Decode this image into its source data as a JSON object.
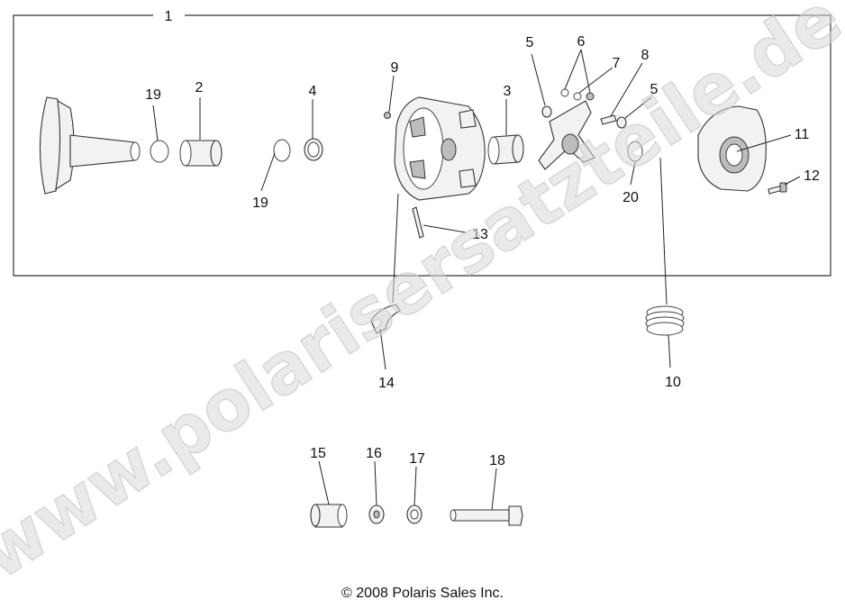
{
  "callouts": {
    "c1": "1",
    "c2": "2",
    "c3": "3",
    "c4": "4",
    "c5a": "5",
    "c5b": "5",
    "c6": "6",
    "c7": "7",
    "c8": "8",
    "c9": "9",
    "c10": "10",
    "c11": "11",
    "c12": "12",
    "c13": "13",
    "c14": "14",
    "c15": "15",
    "c16": "16",
    "c17": "17",
    "c18": "18",
    "c19a": "19",
    "c19b": "19",
    "c20": "20"
  },
  "watermark": "www.polarisersatzteile.de",
  "copyright": "© 2008 Polaris Sales Inc."
}
